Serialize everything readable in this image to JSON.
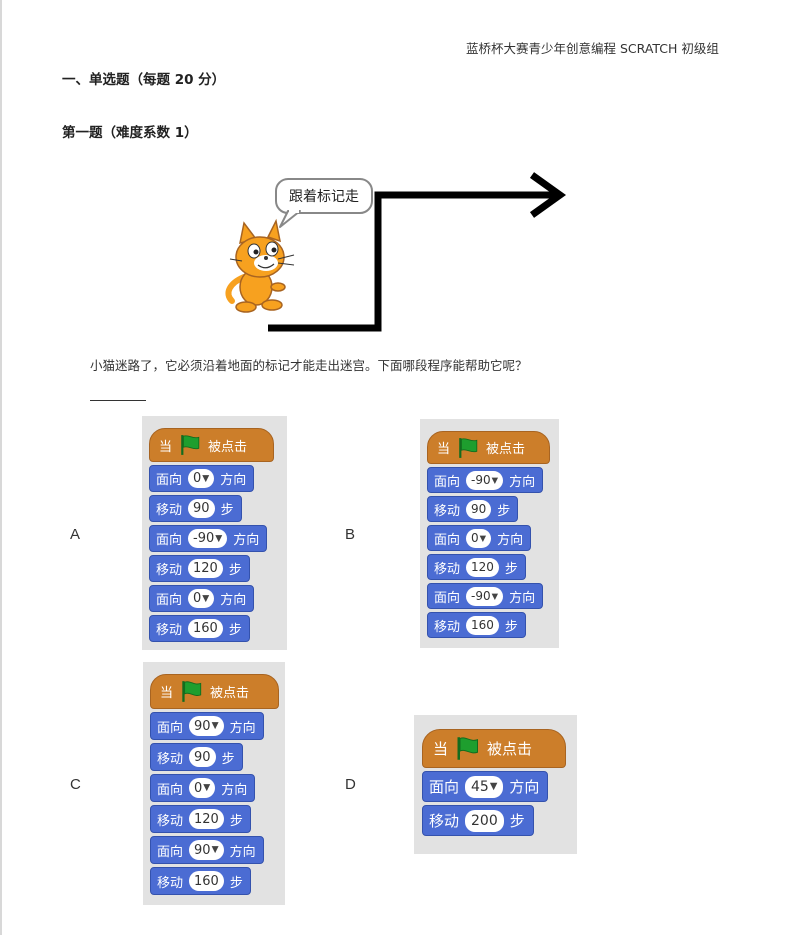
{
  "header": {
    "title": "蓝桥杯大赛青少年创意编程 SCRATCH 初级组"
  },
  "section": {
    "title": "一、单选题（每题 20 分）"
  },
  "question": {
    "title": "第一题（难度系数 1）",
    "text": "小猫迷路了，它必须沿着地面的标记才能走出迷宫。下面哪段程序能帮助它呢？",
    "speech_bubble": "跟着标记走"
  },
  "blocks": {
    "hat_when": "当",
    "hat_clicked": "被点击",
    "face_label": "面向",
    "direction_label": "方向",
    "move_label": "移动",
    "steps_label": "步"
  },
  "options": [
    {
      "letter": "A",
      "program": [
        {
          "kind": "face",
          "value": "0"
        },
        {
          "kind": "move",
          "value": "90"
        },
        {
          "kind": "face",
          "value": "-90"
        },
        {
          "kind": "move",
          "value": "120"
        },
        {
          "kind": "face",
          "value": "0"
        },
        {
          "kind": "move",
          "value": "160"
        }
      ]
    },
    {
      "letter": "B",
      "program": [
        {
          "kind": "face",
          "value": "-90"
        },
        {
          "kind": "move",
          "value": "90"
        },
        {
          "kind": "face",
          "value": "0"
        },
        {
          "kind": "move",
          "value": "120"
        },
        {
          "kind": "face",
          "value": "-90"
        },
        {
          "kind": "move",
          "value": "160"
        }
      ]
    },
    {
      "letter": "C",
      "program": [
        {
          "kind": "face",
          "value": "90"
        },
        {
          "kind": "move",
          "value": "90"
        },
        {
          "kind": "face",
          "value": "0"
        },
        {
          "kind": "move",
          "value": "120"
        },
        {
          "kind": "face",
          "value": "90"
        },
        {
          "kind": "move",
          "value": "160"
        }
      ]
    },
    {
      "letter": "D",
      "program": [
        {
          "kind": "face",
          "value": "45"
        },
        {
          "kind": "move",
          "value": "200"
        }
      ]
    }
  ],
  "colors": {
    "hat_block": "#cc7e2a",
    "motion_block": "#4b6cd3",
    "flag": "#1e9e2e",
    "panel": "#e2e2e2",
    "cat": "#f7a11f"
  }
}
